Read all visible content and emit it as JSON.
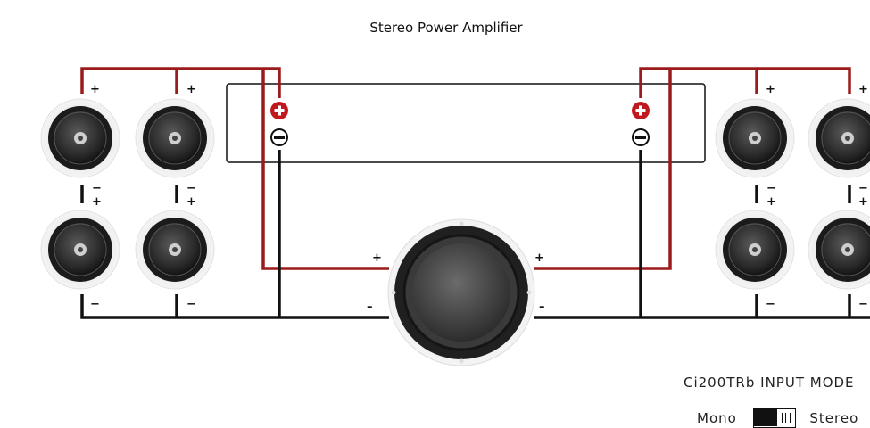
{
  "title": "Stereo Power Amplifier",
  "amplifier": {
    "plus_symbol": "+",
    "minus_symbol": "−"
  },
  "speaker_labels": {
    "plus": "+",
    "minus": "−"
  },
  "subwoofer_labels": {
    "left_plus": "+",
    "left_minus": "–",
    "right_plus": "+",
    "right_minus": "–"
  },
  "input_mode": {
    "title": "Ci200TRb INPUT MODE",
    "left_option": "Mono",
    "right_option": "Stereo",
    "selected": "Mono"
  },
  "colors": {
    "positive_wire": "#9b1b1b",
    "negative_wire": "#111111",
    "terminal_positive": "#c0181c"
  },
  "icons": {
    "speaker": "ceiling-speaker-icon",
    "subwoofer": "subwoofer-icon"
  }
}
